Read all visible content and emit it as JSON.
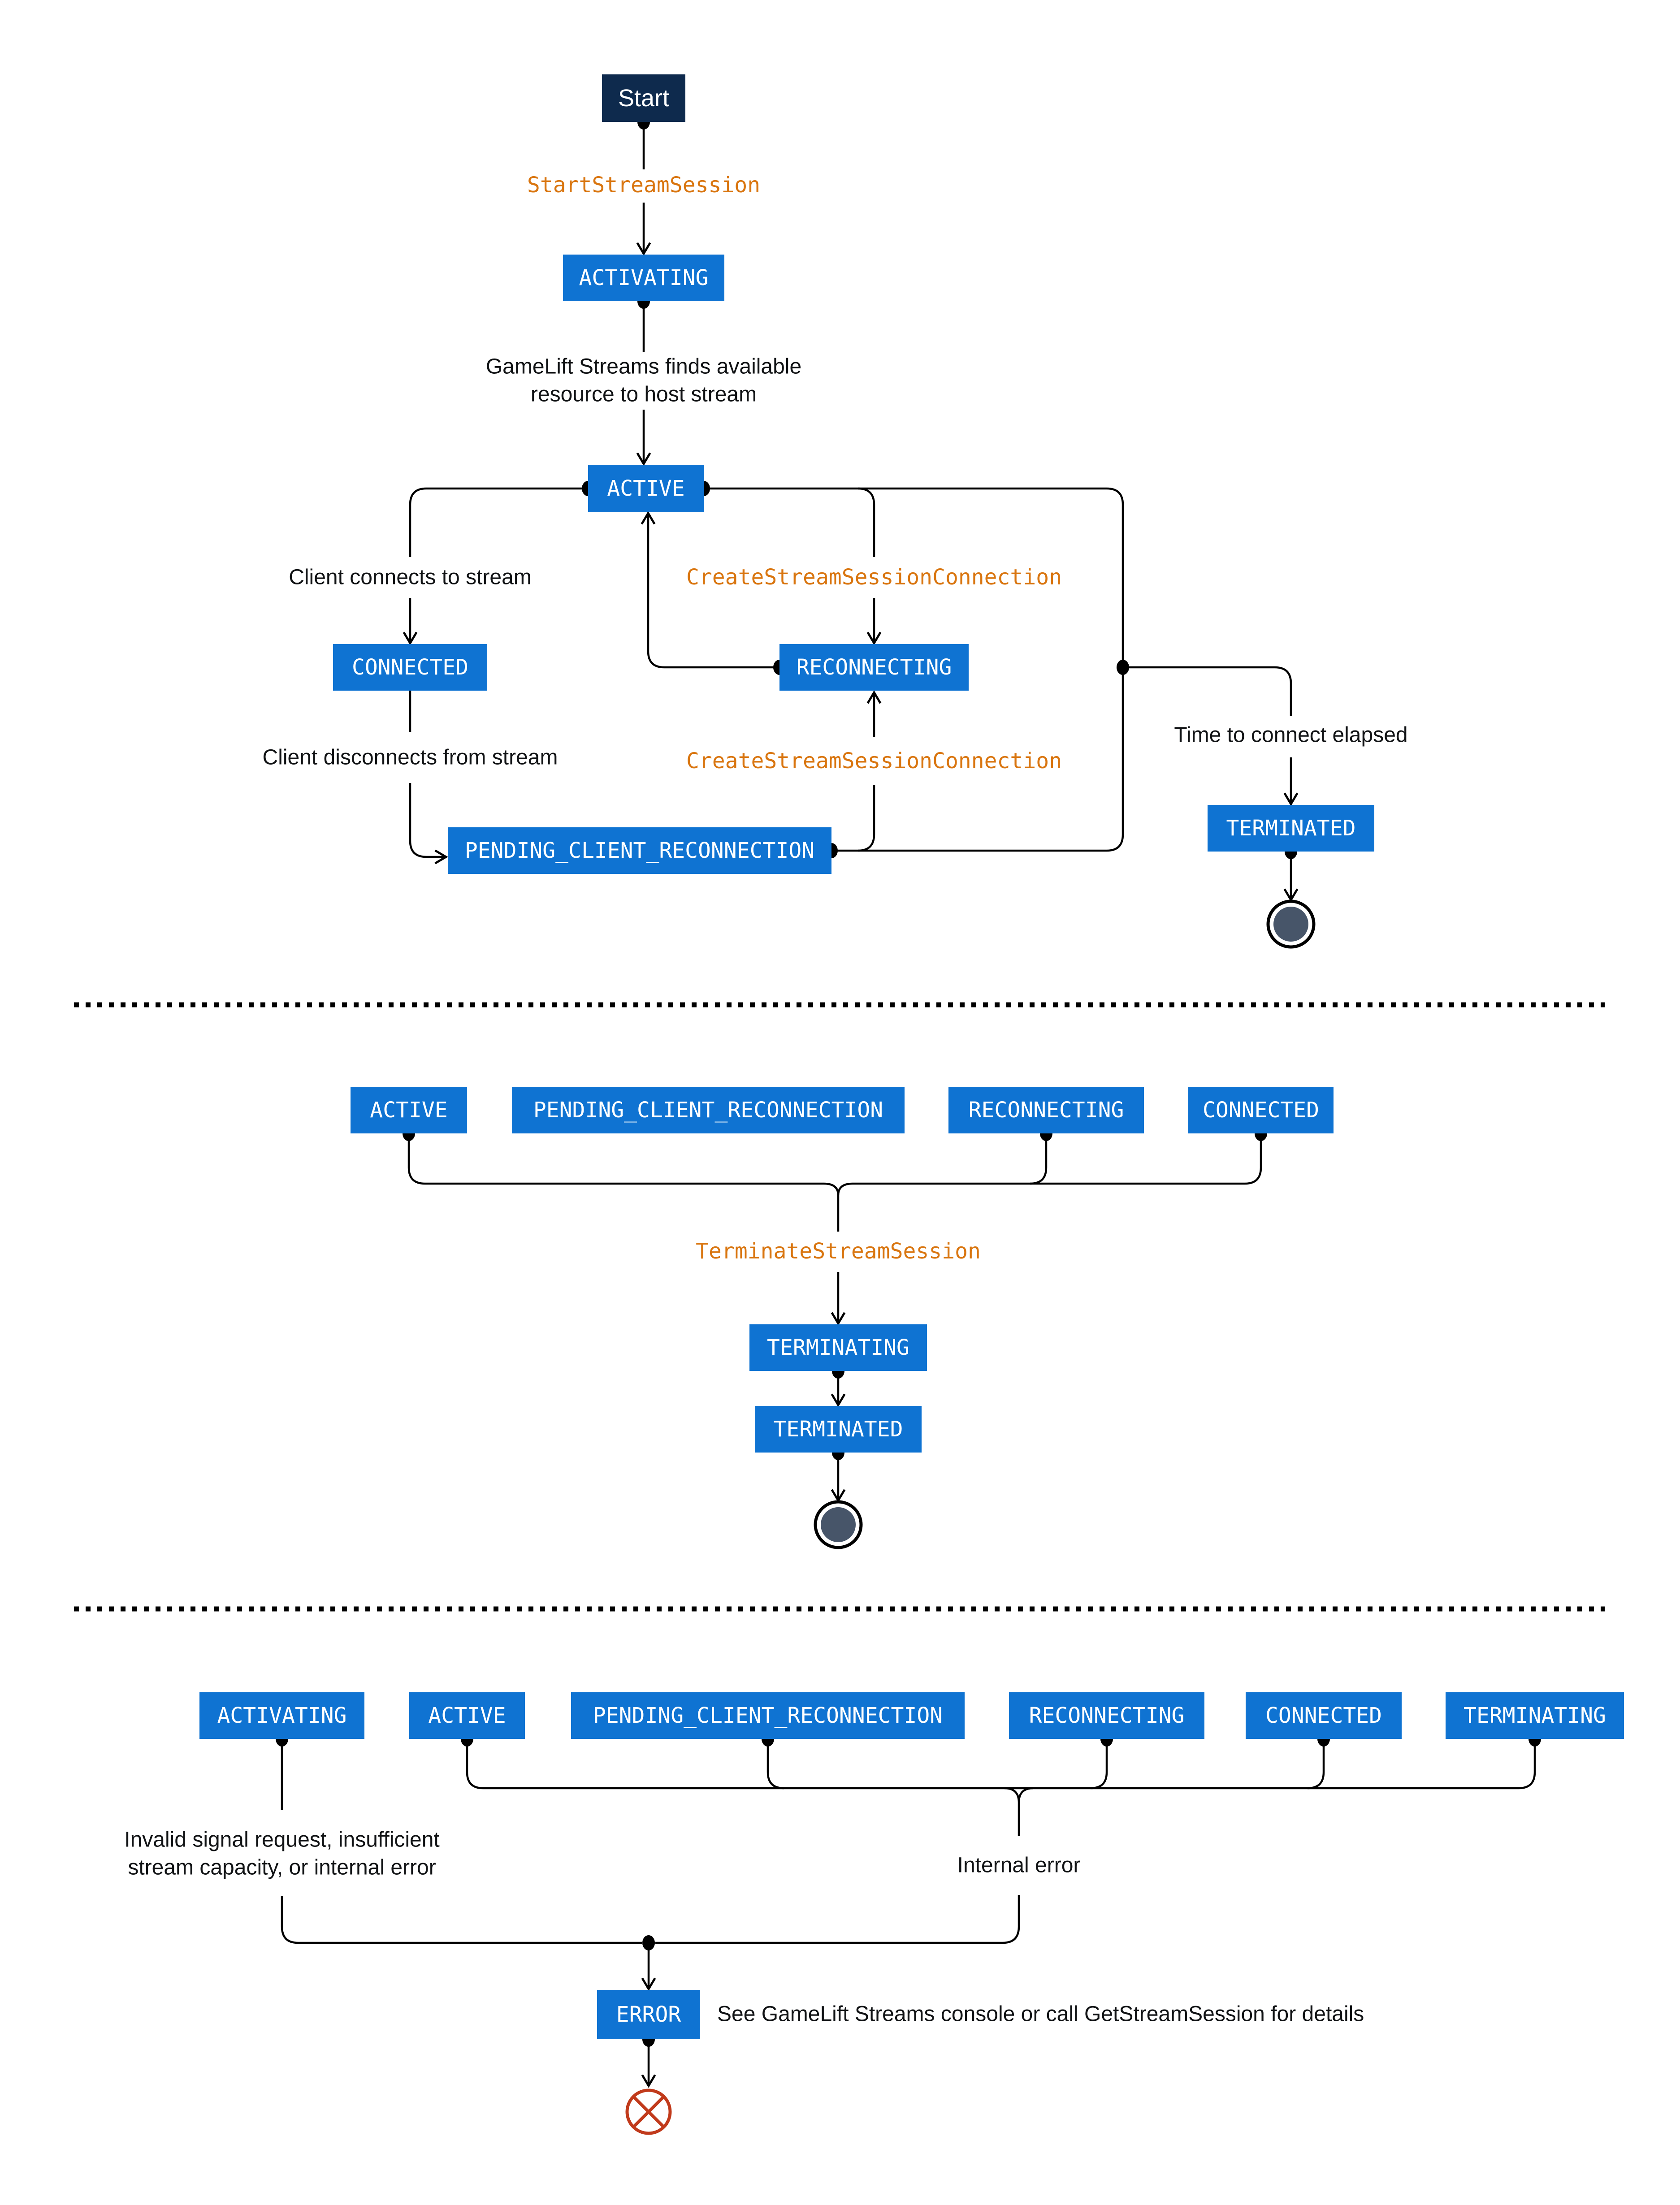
{
  "colors": {
    "state_box": "#0F73D2",
    "start_box": "#0E2A4D",
    "api_label": "#D9750F",
    "line": "#000000",
    "text": "#101214",
    "end_state_fill": "#475569",
    "error_accent": "#C13A1B",
    "bg": "#FFFFFF"
  },
  "s1": {
    "start": "Start",
    "api_start": "StartStreamSession",
    "activating": "ACTIVATING",
    "find_resource_line1": "GameLift Streams finds available",
    "find_resource_line2": "resource to host stream",
    "active": "ACTIVE",
    "client_connects": "Client connects to stream",
    "connected": "CONNECTED",
    "client_disconnects": "Client disconnects from stream",
    "pending": "PENDING_CLIENT_RECONNECTION",
    "api_create_connection_upper": "CreateStreamSessionConnection",
    "reconnecting": "RECONNECTING",
    "api_create_connection_lower": "CreateStreamSessionConnection",
    "time_elapsed": "Time to connect elapsed",
    "terminated": "TERMINATED"
  },
  "s2": {
    "active": "ACTIVE",
    "pending": "PENDING_CLIENT_RECONNECTION",
    "reconnecting": "RECONNECTING",
    "connected": "CONNECTED",
    "api_terminate": "TerminateStreamSession",
    "terminating": "TERMINATING",
    "terminated": "TERMINATED"
  },
  "s3": {
    "activating": "ACTIVATING",
    "active": "ACTIVE",
    "pending": "PENDING_CLIENT_RECONNECTION",
    "reconnecting": "RECONNECTING",
    "connected": "CONNECTED",
    "terminating": "TERMINATING",
    "invalid_line1": "Invalid signal request, insufficient",
    "invalid_line2": "stream capacity, or internal error",
    "internal_error": "Internal error",
    "error": "ERROR",
    "error_note": "See GameLift Streams console or call GetStreamSession for details"
  }
}
